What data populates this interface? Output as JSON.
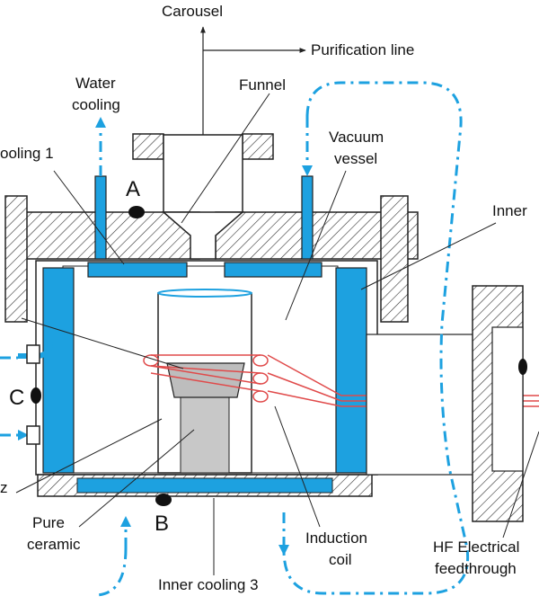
{
  "labels": {
    "carousel": "Carousel",
    "purification_line": "Purification line",
    "funnel": "Funnel",
    "water_cooling_1": "Water",
    "water_cooling_2": "cooling",
    "vacuum_vessel_1": "Vacuum",
    "vacuum_vessel_2": "vessel",
    "cooling_1": "ooling 1",
    "inner": "Inner",
    "z": "z",
    "pure_ceramic_1": "Pure",
    "pure_ceramic_2": "ceramic",
    "induction_coil_1": "Induction",
    "induction_coil_2": "coil",
    "hf_1": "HF Electrical",
    "hf_2": "feedthrough",
    "inner_cooling_3": "Inner cooling 3"
  },
  "markers": {
    "a": "A",
    "b": "B",
    "c": "C"
  },
  "colors": {
    "water": "#1da1e0",
    "coil": "#e04a4a",
    "ceramic": "#c8c8c8",
    "line": "#222222"
  }
}
